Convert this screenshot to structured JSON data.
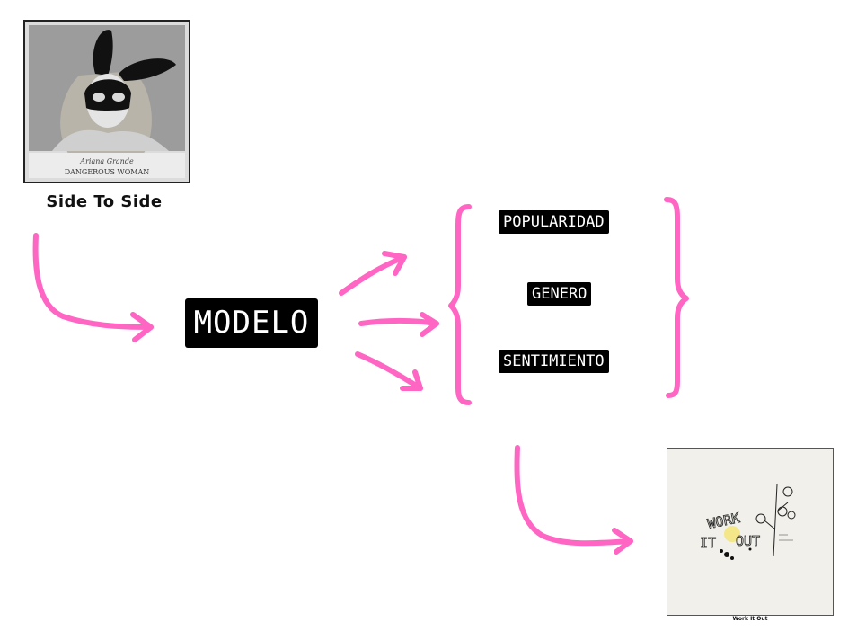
{
  "input_song": {
    "title": "Side To Side",
    "album_cover_text": "DANGEROUS WOMAN"
  },
  "model": {
    "label": "MODELO"
  },
  "features": [
    "POPULARIDAD",
    "GENERO",
    "SENTIMIENTO"
  ],
  "output_song": {
    "title": "Work It Out",
    "cover_words": [
      "WORK",
      "IT",
      "OUT"
    ]
  },
  "colors": {
    "arrow": "#ff66c4",
    "box": "#000000",
    "box_text": "#ffffff"
  }
}
